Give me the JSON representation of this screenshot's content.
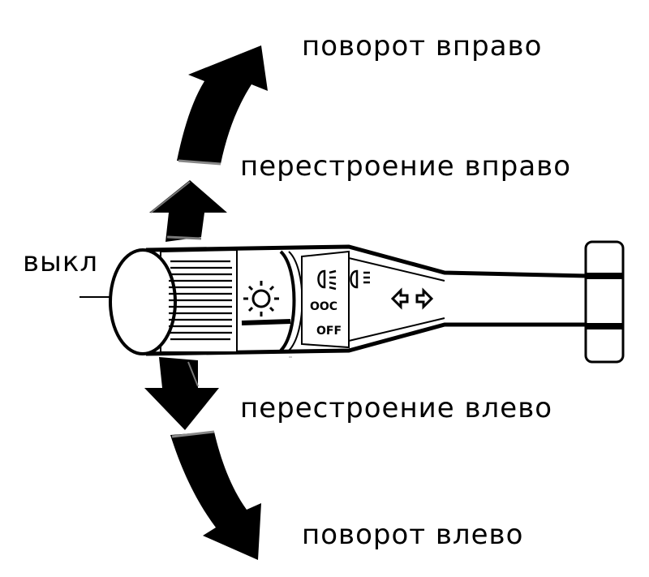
{
  "labels": {
    "turn_right": "поворот вправо",
    "lane_change_right": "перестроение вправо",
    "off": "выкл",
    "lane_change_left": "перестроение влево",
    "turn_left": "поворот влево"
  },
  "switch_markings": {
    "off_text": "OFF",
    "fog_text": "OOC"
  },
  "colors": {
    "ink": "#000000",
    "background": "#ffffff"
  }
}
